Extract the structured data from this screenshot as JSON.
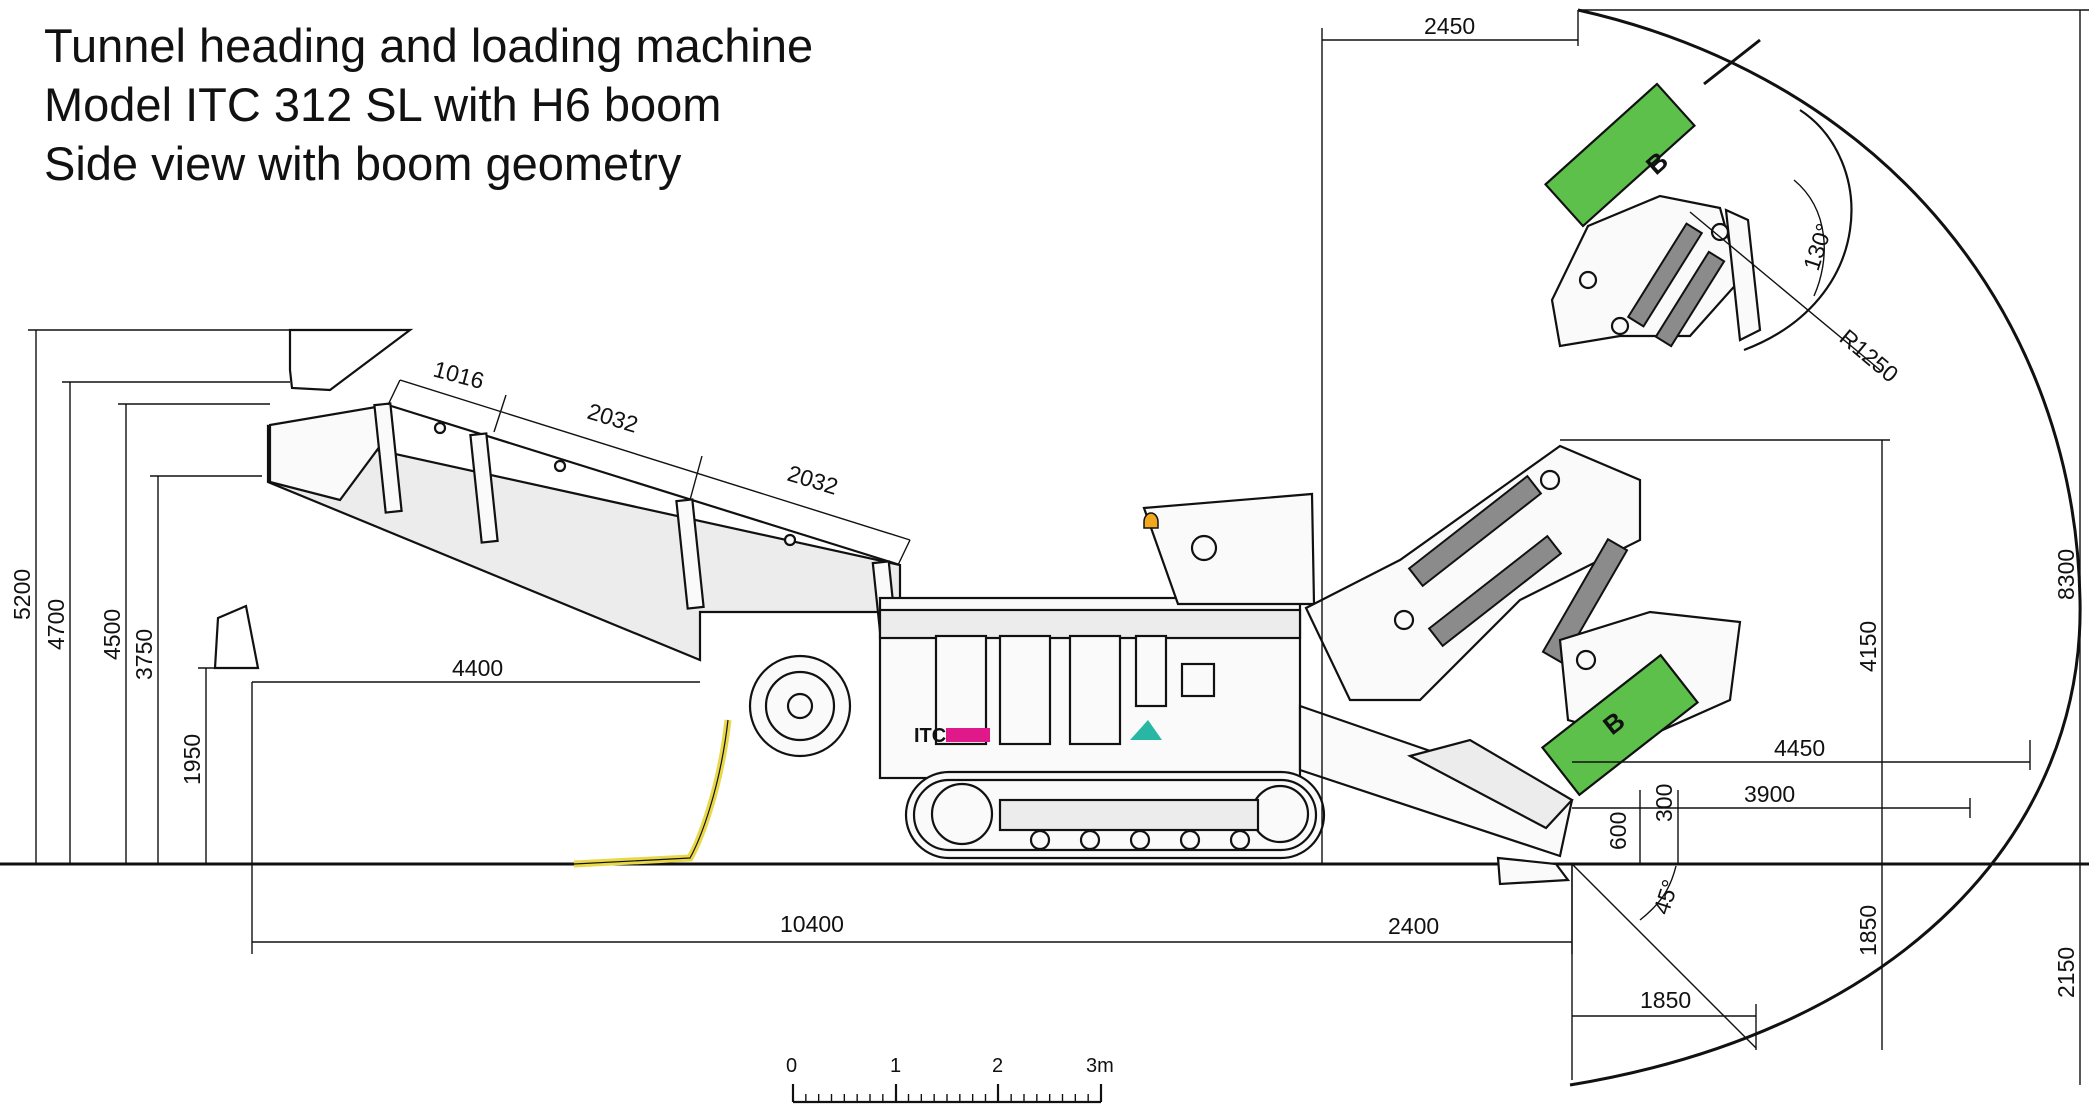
{
  "title": {
    "line1": "Tunnel heading and loading machine",
    "line2": "Model ITC 312 SL with H6 boom",
    "line3": "Side view with boom geometry"
  },
  "dimensions": {
    "d2450": "2450",
    "d1016": "1016",
    "d2032a": "2032",
    "d2032b": "2032",
    "d4400": "4400",
    "d5200": "5200",
    "d4700": "4700",
    "d4500": "4500",
    "d3750": "3750",
    "d1950": "1950",
    "d10400": "10400",
    "d2400": "2400",
    "d4450": "4450",
    "d3900": "3900",
    "d4150": "4150",
    "d8300": "8300",
    "d300": "300",
    "d600": "600",
    "d1850v": "1850",
    "d1850h": "1850",
    "d2150": "2150",
    "a45": "45°",
    "a130": "130°",
    "r1250": "R1250"
  },
  "scale_bar": {
    "labels": [
      "0",
      "1",
      "2",
      "3m"
    ]
  },
  "machine": {
    "logo_text": "ITC",
    "badge_text": "B"
  },
  "colors": {
    "line": "#111111",
    "boom_green": "#5cc04a",
    "cable_yellow": "#e8d84a",
    "logo_magenta": "#e0198a",
    "logo_teal": "#27b7a4",
    "beacon_orange": "#f2a81d"
  }
}
